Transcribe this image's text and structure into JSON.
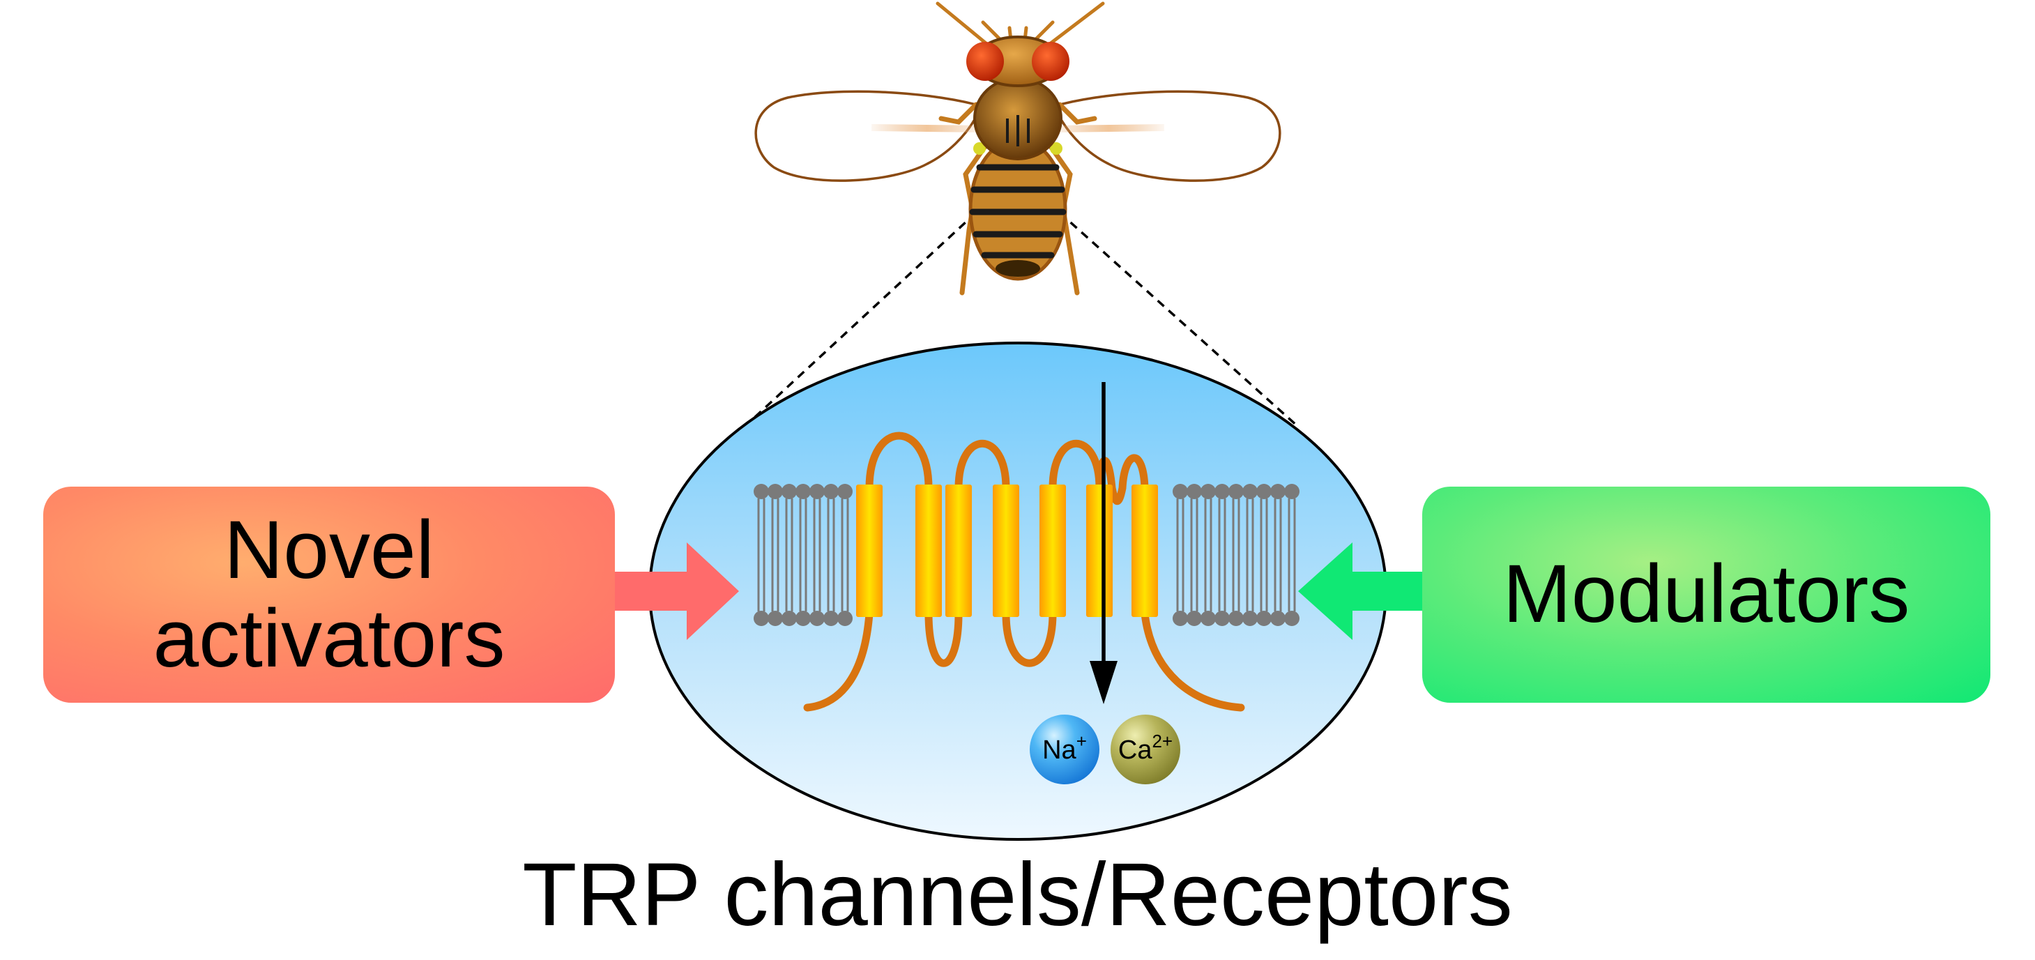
{
  "diagram": {
    "left_box": {
      "line1": "Novel",
      "line2": "activators",
      "color": "#ff6b6b"
    },
    "right_box": {
      "label": "Modulators",
      "color": "#10e874"
    },
    "ions": {
      "sodium": {
        "symbol": "Na",
        "charge": "+"
      },
      "calcium": {
        "symbol": "Ca",
        "charge": "2+"
      }
    },
    "caption": "TRP channels/Receptors",
    "colors": {
      "cell_fill_top": "#7fcffb",
      "cell_fill_bottom": "#e8f6fe",
      "helix_orange": "#ff9900",
      "helix_yellow": "#ffe000",
      "loop_color": "#d9740f",
      "lipid_grey": "#7a7a7a",
      "fly_body": "#c57a1f"
    },
    "icons": [
      "fruit-fly-icon",
      "cell-membrane-icon",
      "ion-channel-icon"
    ]
  }
}
